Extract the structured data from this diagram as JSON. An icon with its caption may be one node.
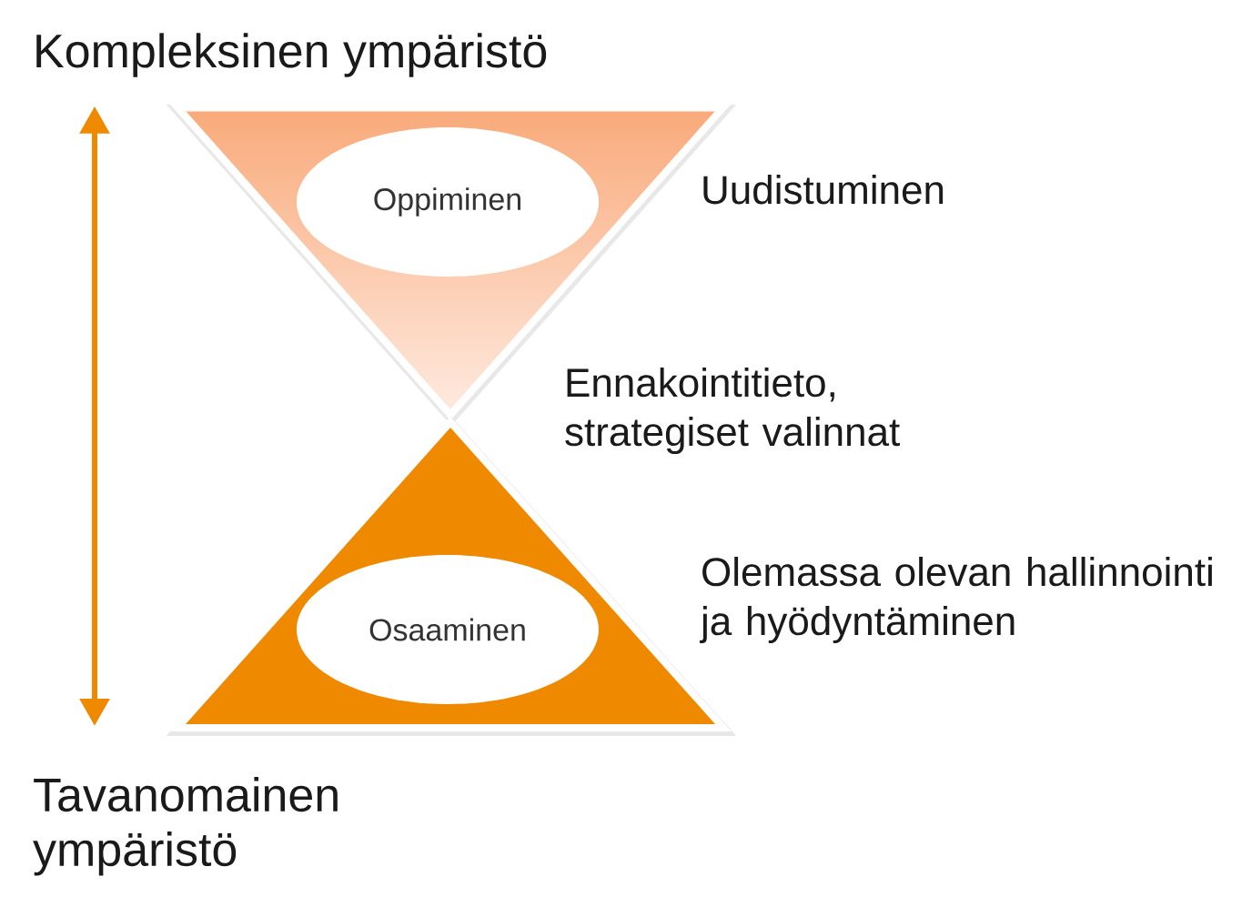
{
  "diagram": {
    "nodes": [
      {
        "text": [
          "Kompleksinen ympäristö"
        ]
      },
      {
        "text": [],
        "shape": "triangle",
        "beside": [
          "Uudistuminen"
        ]
      },
      {
        "text": [
          "Oppiminen"
        ],
        "in": 1
      },
      {
        "text": [],
        "shape": "triangle",
        "beside": [
          "Olemassa olevan hallinnointi ja hyödyntäminen"
        ]
      },
      {
        "text": [
          "Osaaminen"
        ],
        "in": 3
      },
      {
        "text": [
          "Tavanomainen ympäristö"
        ]
      }
    ],
    "edges": [
      {
        "from": 5,
        "to": 0,
        "arrow": "both"
      }
    ],
    "labels": [
      "Ennakointitieto, strategiset valinnat"
    ]
  }
}
